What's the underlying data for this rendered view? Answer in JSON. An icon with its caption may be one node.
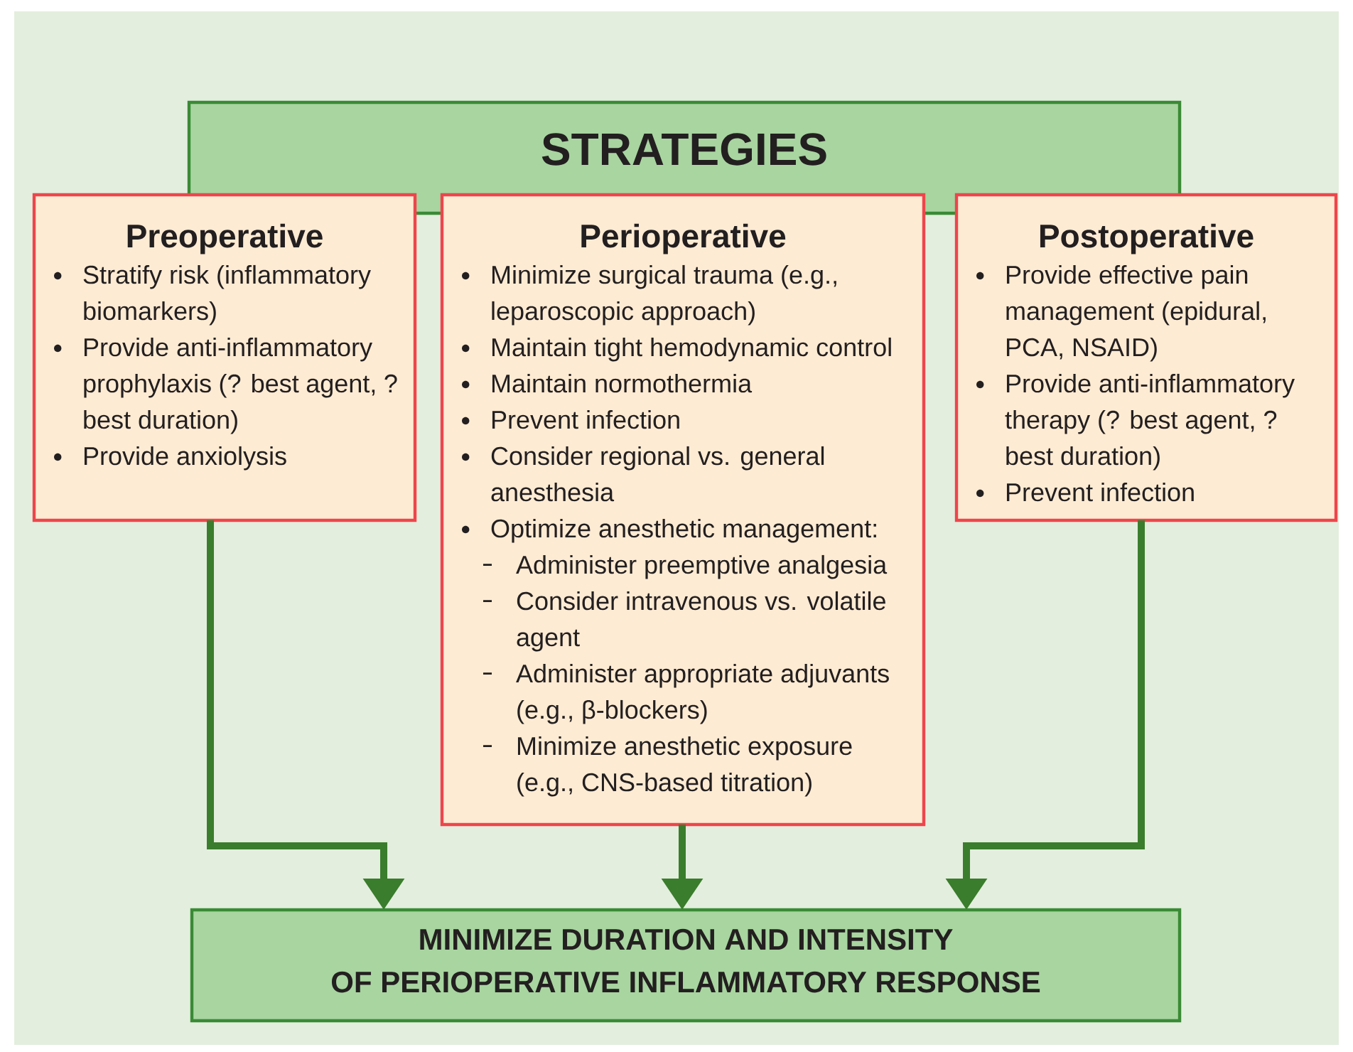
{
  "diagram": {
    "nodes": [
      {
        "text": [
          "STRATEGIES"
        ]
      },
      {
        "text": [
          "Preoperative",
          "Stratify risk (inflammatory biomarkers)",
          "Provide anti-inflammatory prophylaxis (? best agent, ? best duration)",
          "Provide anxiolysis"
        ]
      },
      {
        "text": [
          "Perioperative",
          "Minimize surgical trauma (e.g., leparoscopic approach)",
          "Maintain tight hemodynamic control",
          "Maintain normothermia",
          "Prevent infection",
          "Consider regional vs. general anesthesia",
          "Optimize anesthetic management:",
          "Administer preemptive analgesia",
          "Consider intravenous vs. volatile agent",
          "Administer appropriate adjuvants (e.g., β-blockers)",
          "Minimize anesthetic exposure (e.g., CNS-based titration)"
        ]
      },
      {
        "text": [
          "Postoperative",
          "Provide effective pain management (epidural, PCA, NSAID)",
          "Provide anti-inflammatory therapy (? best agent, ? best duration)",
          "Prevent infection"
        ]
      },
      {
        "text": [
          "MINIMIZE DURATION AND INTENSITY OF PERIOPERATIVE INFLAMMATORY RESPONSE"
        ]
      }
    ],
    "edges": [
      {
        "from": 1,
        "to": 4,
        "arrow": "to"
      },
      {
        "from": 2,
        "to": 4,
        "arrow": "to"
      },
      {
        "from": 3,
        "to": 4,
        "arrow": "to"
      }
    ]
  }
}
